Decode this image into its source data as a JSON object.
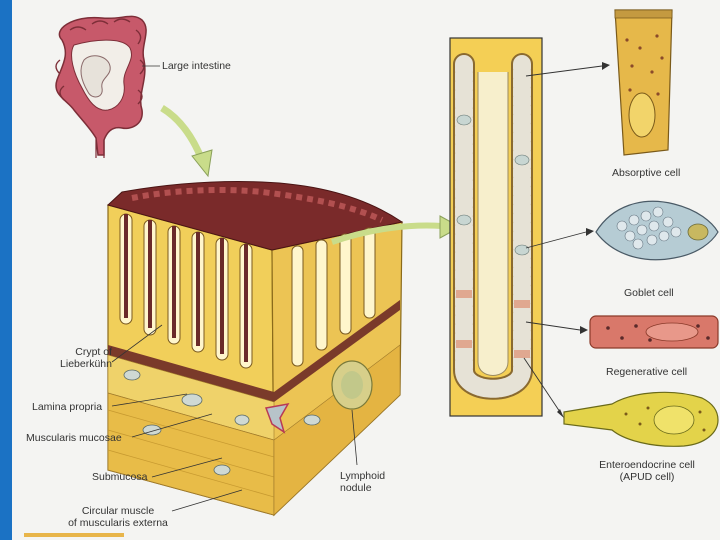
{
  "labels": {
    "large_intestine": "Large intestine",
    "crypt_line1": "Crypt of",
    "crypt_line2": "Lieberkühn",
    "lamina_propria": "Lamina propria",
    "muscularis_mucosae": "Muscularis mucosae",
    "submucosa": "Submucosa",
    "circular_line1": "Circular muscle",
    "circular_line2": "of muscularis externa",
    "lymphoid_line1": "Lymphoid",
    "lymphoid_line2": "nodule",
    "absorptive": "Absorptive cell",
    "goblet": "Goblet cell",
    "regenerative": "Regenerative cell",
    "enteroendocrine_line1": "Enteroendocrine cell",
    "enteroendocrine_line2": "(APUD cell)"
  },
  "colors": {
    "frame": "#1b72c4",
    "tissue_yellow": "#f1cf5a",
    "mucosa_maroon": "#7a2a2a",
    "intestine_red": "#b44a4f",
    "arrow_green": "#c9dc8a",
    "goblet_blue": "#b6ccd4",
    "regenerative_red": "#d9786a"
  }
}
